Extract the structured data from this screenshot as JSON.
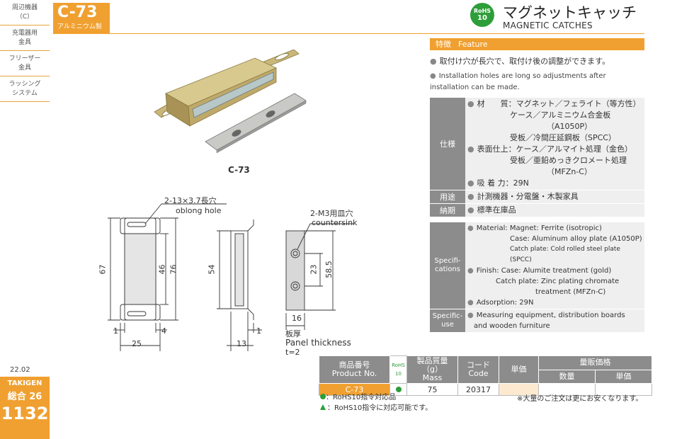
{
  "sidebar": {
    "items": [
      {
        "l1": "周辺機器",
        "l2": "（C）"
      },
      {
        "l1": "充電器用",
        "l2": "金具"
      },
      {
        "l1": "フリーザー",
        "l2": "金具"
      },
      {
        "l1": "ラッシング",
        "l2": "システム"
      }
    ],
    "date": "22.02",
    "brand": "TAKIGEN",
    "catalog": "総合 26",
    "page": "1132"
  },
  "header": {
    "model": "C-73",
    "material": "アルミニウム製",
    "rohs_line1": "RoHS",
    "rohs_line2": "10",
    "title_jp": "マグネットキャッチ",
    "title_en": "MAGNETIC CATCHES"
  },
  "feature": {
    "label_jp": "特徴",
    "label_en": "Feature",
    "text_jp": "取付け穴が長穴で、取付け後の調整ができます。",
    "text_en": "Installation holes are long so adjustments after installation can be made."
  },
  "spec_jp": {
    "label": "仕様",
    "material_label": "材　　質：",
    "material_1": "マグネット／フェライト（等方性）",
    "material_2": "ケース／アルミニウム合金板",
    "material_3": "（A1050P）",
    "material_4": "受板／冷間圧延鋼板（SPCC）",
    "finish_label": "表面仕上：",
    "finish_1": "ケース／アルマイト処理（金色）",
    "finish_2": "受板／亜鉛めっきクロメート処理",
    "finish_3": "（MFZn-C）",
    "adsorption": "吸 着 力：29N",
    "use_label": "用途",
    "use_text": "計測機器・分電盤・木製家具",
    "delivery_label": "納期",
    "delivery_text": "標準在庫品"
  },
  "spec_en": {
    "label_1": "Specifi-",
    "label_2": "cations",
    "material_1": "Material: Magnet: Ferrite (isotropic)",
    "material_2": "Case: Aluminum alloy plate (A1050P)",
    "material_3": "Catch plate: Cold rolled steel plate (SPCC)",
    "finish_1": "Finish: Case: Alumite treatment (gold)",
    "finish_2": "Catch plate: Zinc plating chromate",
    "finish_3": "treatment (MFZn-C)",
    "adsorption": "Adsorption: 29N",
    "use_label_1": "Specific-",
    "use_label_2": "use",
    "use_1": "Measuring equipment, distribution boards",
    "use_2": "and wooden furniture"
  },
  "photo": {
    "caption": "C-73"
  },
  "drawing": {
    "hole_note_1": "2-13×3.7長穴",
    "hole_note_2": "oblong hole",
    "csk_note_1": "2-M3用皿穴",
    "csk_note_2": "countersink",
    "dim_67": "67",
    "dim_46": "46",
    "dim_76": "76",
    "dim_54": "54",
    "dim_23": "23",
    "dim_585": "58.5",
    "dim_1a": "1",
    "dim_4": "4",
    "dim_25": "25",
    "dim_13": "13",
    "dim_1b": "1",
    "dim_16": "16",
    "panel_jp": "板厚",
    "panel_en": "Panel thickness",
    "panel_t": "t=2"
  },
  "product_table": {
    "h_product_jp": "商品番号",
    "h_product_en": "Product No.",
    "h_rohs_1": "RoHS",
    "h_rohs_2": "10",
    "h_mass_jp": "製品質量（g）",
    "h_mass_en": "Mass",
    "h_code_jp": "コード",
    "h_code_en": "Code",
    "h_price": "単価",
    "h_volume": "量販価格",
    "h_qty": "数量",
    "h_unit": "単価",
    "row": {
      "product": "C-73",
      "mass": "75",
      "code": "20317"
    }
  },
  "notes": {
    "n1": "：RoHS10指令対応品",
    "n2": "：RoHS10指令に対応可能です。",
    "right": "※大量のご注文は更にお安くなります。"
  },
  "colors": {
    "accent": "#f0a030",
    "rohs_green": "#2e9e3a",
    "label_gray": "#8c8c8c"
  }
}
